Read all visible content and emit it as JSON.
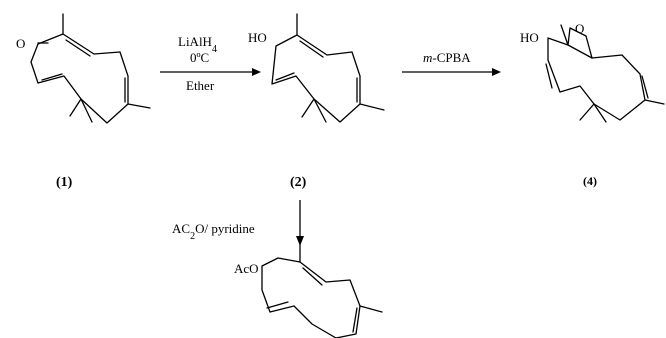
{
  "compounds": {
    "c1": {
      "label_open": "(",
      "label_num": "1",
      "label_close": ")",
      "atom_o": "O"
    },
    "c2": {
      "label_open": "(",
      "label_num": "2",
      "label_close": ")",
      "atom_ho": "HO"
    },
    "c4": {
      "label_open": "(",
      "label_num": "4",
      "label_close": ")",
      "atom_ho": "HO",
      "atom_o": "O"
    },
    "c5": {
      "atom_aco": "AcO"
    }
  },
  "reagents": {
    "step1": {
      "reagent_main": "LiAlH",
      "reagent_sub": "4",
      "temp": "0ºC",
      "solvent": "Ether"
    },
    "step2": {
      "reagent_prefix": "m",
      "reagent_rest": "-CPBA"
    },
    "step3": {
      "reagent_a": "AC",
      "reagent_sub": "2",
      "reagent_b": "O/ pyridine"
    }
  }
}
